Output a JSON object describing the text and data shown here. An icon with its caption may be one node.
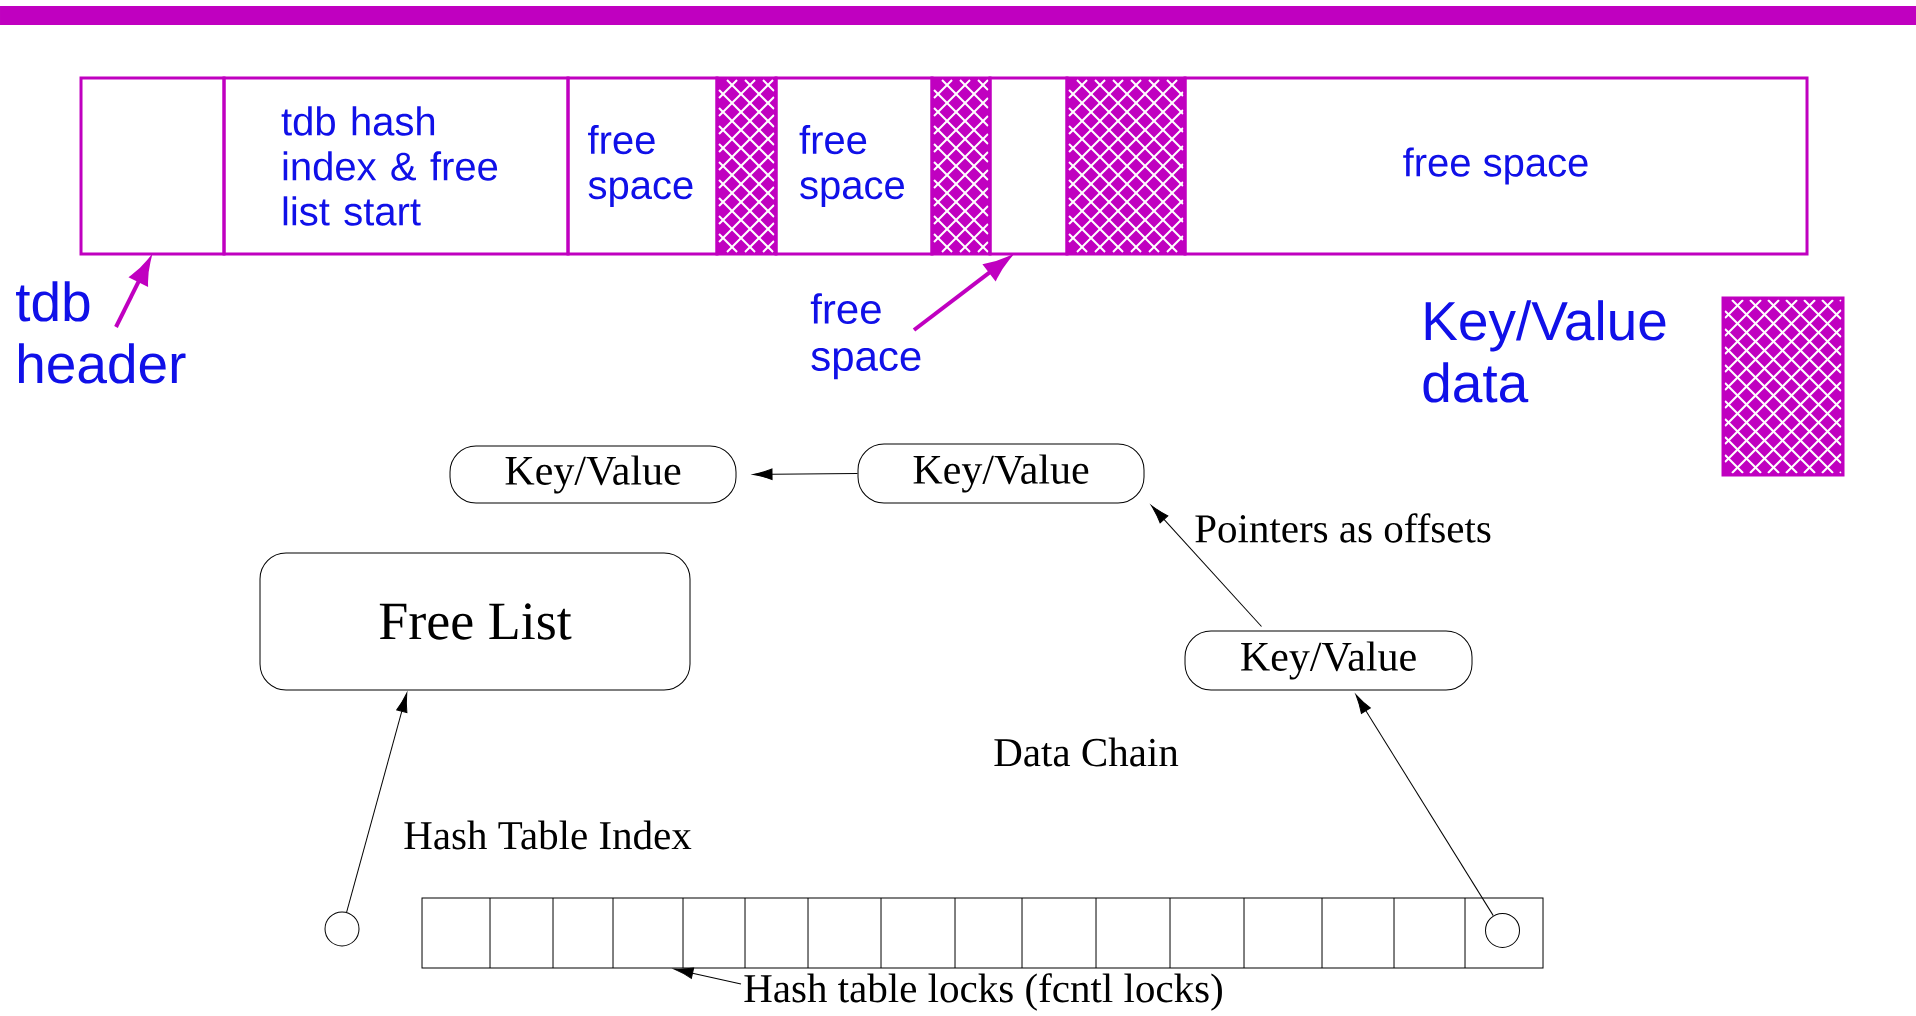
{
  "diagram": {
    "nodes": [
      {
        "text": [],
        "shape": "box"
      },
      {
        "text": [
          "tdb hash index & free list start"
        ]
      },
      {
        "text": [
          "free space"
        ]
      },
      {
        "text": [],
        "shape": "box"
      },
      {
        "text": [
          "free space"
        ]
      },
      {
        "text": [],
        "shape": "box"
      },
      {
        "text": [],
        "shape": "box"
      },
      {
        "text": [],
        "shape": "box"
      },
      {
        "text": [
          "free space"
        ]
      },
      {
        "text": [
          "tdb header"
        ]
      },
      {
        "text": [
          "free space"
        ]
      },
      {
        "text": [
          "Key/Value"
        ]
      },
      {
        "text": [
          "Key/Value"
        ]
      },
      {
        "text": [
          "Free List"
        ]
      },
      {
        "text": [
          "Key/Value"
        ]
      },
      {
        "text": [],
        "shape": "box"
      },
      {
        "text": [],
        "shape": "circle"
      },
      {
        "text": [],
        "shape": "circle",
        "in": 15
      },
      {
        "text": [
          "Hash table locks (fcntl locks)"
        ]
      }
    ],
    "edges": [
      {
        "from": 9,
        "to": 0,
        "arrow": "to",
        "style": "thick",
        "color": "#c000c0"
      },
      {
        "from": 10,
        "to": 6,
        "arrow": "to",
        "style": "thick",
        "color": "#c000c0"
      },
      {
        "from": 12,
        "to": 11,
        "arrow": "to"
      },
      {
        "from": 14,
        "to": 12,
        "arrow": "to"
      },
      {
        "from": 17,
        "to": 14,
        "arrow": "to"
      },
      {
        "from": 16,
        "to": 13,
        "arrow": "to"
      },
      {
        "from": 18,
        "to": 15,
        "arrow": "to"
      }
    ],
    "labels": [
      "Pointers as offsets",
      "Data Chain",
      "Hash Table Index"
    ],
    "legend": [
      {
        "text": "Key/Value data"
      }
    ]
  }
}
